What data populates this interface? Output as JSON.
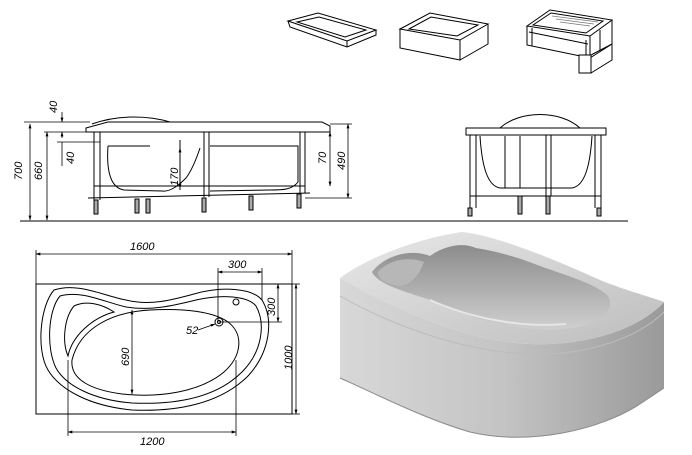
{
  "thumbnails": [
    {
      "name": "bathtub-only"
    },
    {
      "name": "bathtub-with-panel"
    },
    {
      "name": "bathtub-with-frame-and-panel"
    }
  ],
  "side_view": {
    "dims": {
      "top_edge": "40",
      "rim_offset": "40",
      "total_height": "700",
      "rim_height": "660",
      "depth": "170",
      "panel_gap": "70",
      "frame_height": "490"
    }
  },
  "top_view": {
    "dims": {
      "length": "1600",
      "width": "1000",
      "drain_offset_x": "300",
      "drain_offset_y": "300",
      "drain_diameter": "52",
      "inner_width": "690",
      "inner_length": "1200"
    }
  },
  "colors": {
    "line": "#000000",
    "render_body": "#cfcfcf",
    "render_shadow": "#9c9c9c"
  }
}
